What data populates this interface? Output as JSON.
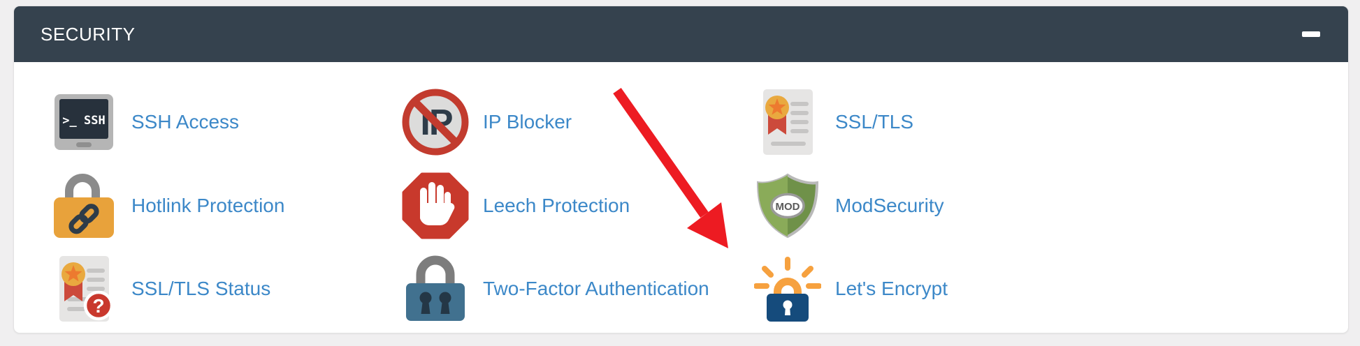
{
  "panel": {
    "title": "SECURITY",
    "collapse_icon": "minus"
  },
  "items": [
    {
      "label": "SSH Access",
      "icon": "ssh-terminal-icon",
      "icon_text": ">_ SSH"
    },
    {
      "label": "IP Blocker",
      "icon": "ip-blocker-icon",
      "icon_text": "IP"
    },
    {
      "label": "SSL/TLS",
      "icon": "ssl-certificate-icon"
    },
    {
      "label": "Hotlink Protection",
      "icon": "hotlink-padlock-chain-icon"
    },
    {
      "label": "Leech Protection",
      "icon": "stop-sign-hand-icon"
    },
    {
      "label": "ModSecurity",
      "icon": "modsecurity-shield-icon",
      "icon_text": "MOD"
    },
    {
      "label": "SSL/TLS Status",
      "icon": "ssl-certificate-question-icon",
      "icon_text": "?"
    },
    {
      "label": "Two-Factor Authentication",
      "icon": "two-factor-padlock-icon"
    },
    {
      "label": "Let's Encrypt",
      "icon": "lets-encrypt-padlock-icon"
    }
  ],
  "annotation": {
    "type": "arrow",
    "arrow_color": "#ed1b22",
    "points_to": "Let's Encrypt"
  },
  "colors": {
    "header_bg": "#35424e",
    "page_bg": "#f0eff0",
    "panel_bg": "#ffffff",
    "link": "#3c88c8"
  }
}
